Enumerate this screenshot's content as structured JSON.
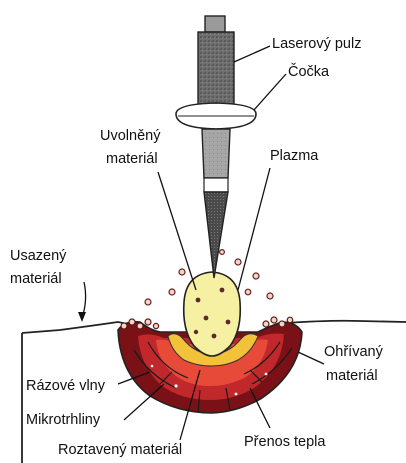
{
  "labels": {
    "laser_pulse": "Laserový pulz",
    "lens": "Čočka",
    "released_material_line1": "Uvolněný",
    "released_material_line2": "materiál",
    "plasma": "Plazma",
    "deposited_material_line1": "Usazený",
    "deposited_material_line2": "materiál",
    "heated_material_line1": "Ohřívaný",
    "heated_material_line2": "materiál",
    "shock_waves": "Rázové vlny",
    "microcracks": "Mikrotrhliny",
    "molten_material": "Roztavený materiál",
    "heat_transfer": "Přenos tepla"
  },
  "colors": {
    "outer_heated_zone": "#7a1116",
    "middle_zone": "#c0282c",
    "inner_zone": "#e84a3a",
    "molten_rim": "#f2c23a",
    "plasma_fill": "#f6f0a2",
    "particle_fill": "#f3d5c8",
    "laser_beam_dark": "#555555",
    "laser_beam_light": "#9a9a9a"
  }
}
